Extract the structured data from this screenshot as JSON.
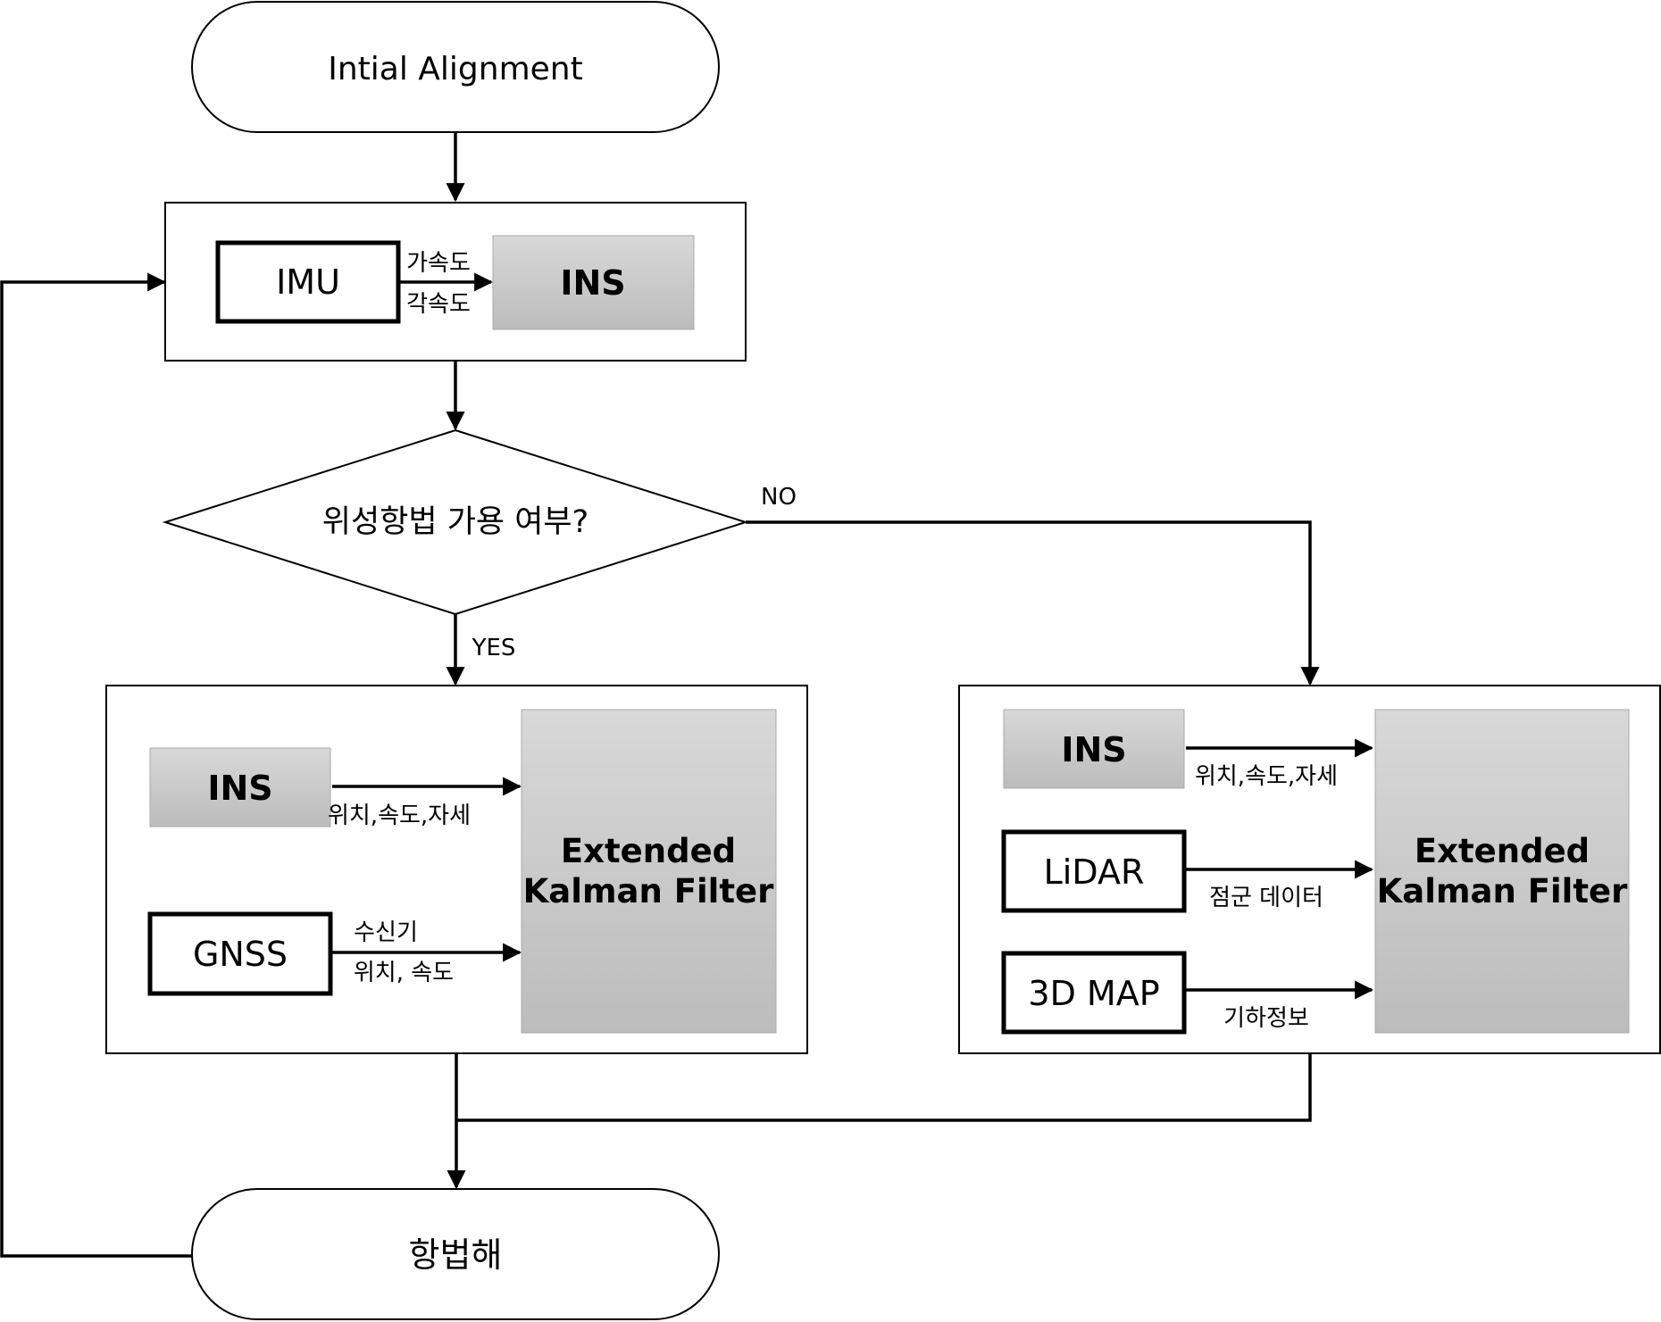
{
  "nodes": {
    "start": "Intial Alignment",
    "imu": "IMU",
    "ins_top": "INS",
    "accel": "가속도",
    "angular": "각속도",
    "decision": "위성항법 가용 여부?",
    "no": "NO",
    "yes": "YES",
    "ins_left": "INS",
    "ins_left_out": "위치,속도,자세",
    "gnss": "GNSS",
    "gnss_out_1": "수신기",
    "gnss_out_2": "위치, 속도",
    "ekf_left_1": "Extended",
    "ekf_left_2": "Kalman Filter",
    "ins_right": "INS",
    "ins_right_out": "위치,속도,자세",
    "lidar": "LiDAR",
    "lidar_out": "점군 데이터",
    "map3d": "3D MAP",
    "map3d_out": "기하정보",
    "ekf_right_1": "Extended",
    "ekf_right_2": "Kalman Filter",
    "end": "항법해"
  },
  "colors": {
    "line": "#000000",
    "box_fill": "#ffffff",
    "gray_top": "#d6d6d6",
    "gray_bottom": "#bdbdbd"
  }
}
